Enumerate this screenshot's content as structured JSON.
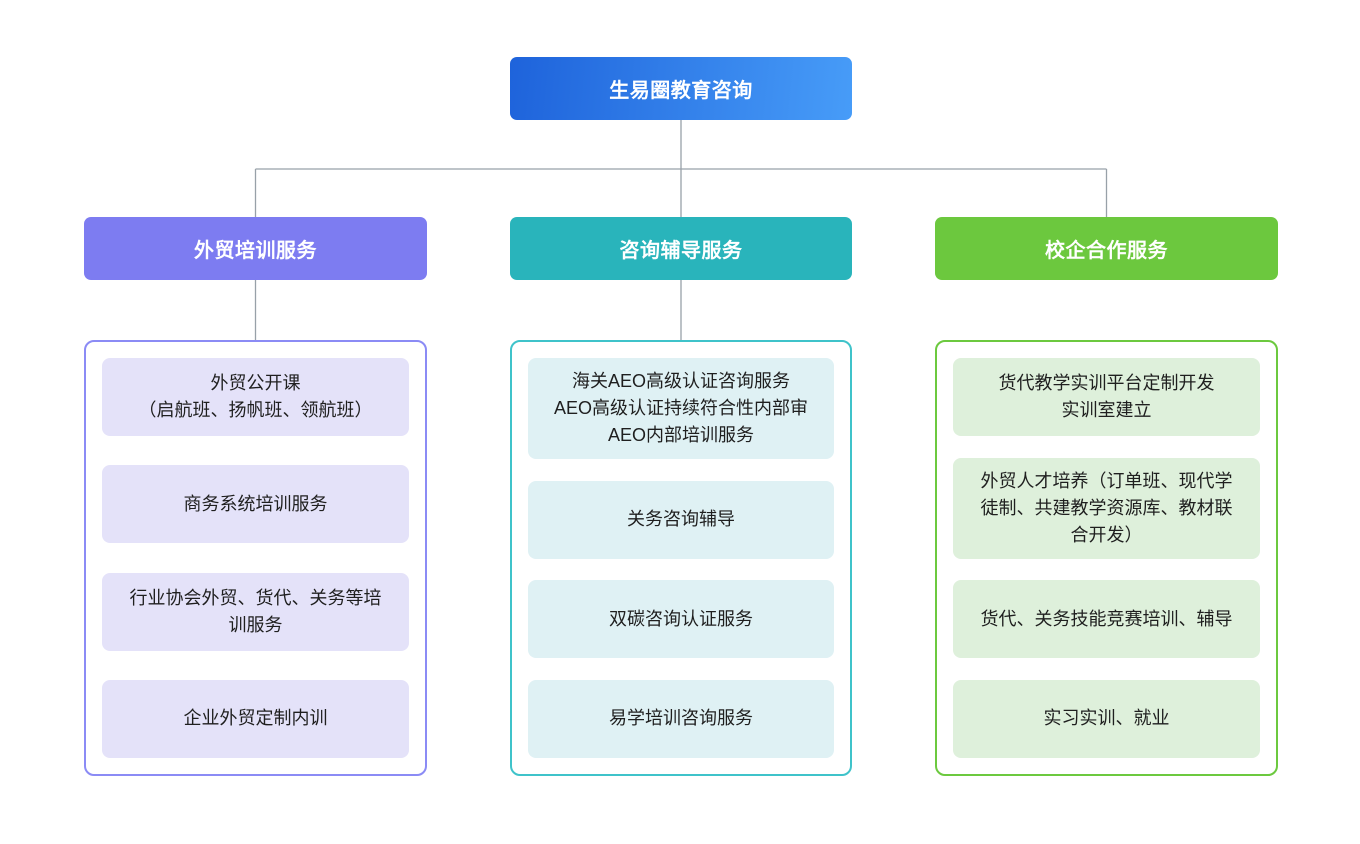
{
  "colors": {
    "root_gradient_start": "#1e63db",
    "root_gradient_end": "#479cf8",
    "branch1": "#7d7cf1",
    "branch1_border": "#8b8bf5",
    "branch1_item_bg": "#e4e2f9",
    "branch2": "#29b4bb",
    "branch2_border": "#3fc3ca",
    "branch2_item_bg": "#dff1f4",
    "branch3": "#6cc83e",
    "branch3_border": "#6cc93f",
    "branch3_item_bg": "#def0db",
    "connector": "#98a1a9",
    "header_text": "#ffffff",
    "item_text": "#1f1f1f"
  },
  "tree": {
    "root": {
      "label": "生易圈教育咨询"
    },
    "branches": [
      {
        "label": "外贸培训服务",
        "items": [
          "外贸公开课\n（启航班、扬帆班、领航班）",
          "商务系统培训服务",
          "行业协会外贸、货代、关务等培\n训服务",
          "企业外贸定制内训"
        ]
      },
      {
        "label": "咨询辅导服务",
        "items": [
          "海关AEO高级认证咨询服务\nAEO高级认证持续符合性内部审\nAEO内部培训服务",
          "关务咨询辅导",
          "双碳咨询认证服务",
          "易学培训咨询服务"
        ]
      },
      {
        "label": "校企合作服务",
        "items": [
          "货代教学实训平台定制开发\n实训室建立",
          "外贸人才培养（订单班、现代学\n徒制、共建教学资源库、教材联\n合开发）",
          "货代、关务技能竞赛培训、辅导",
          "实习实训、就业"
        ]
      }
    ]
  }
}
